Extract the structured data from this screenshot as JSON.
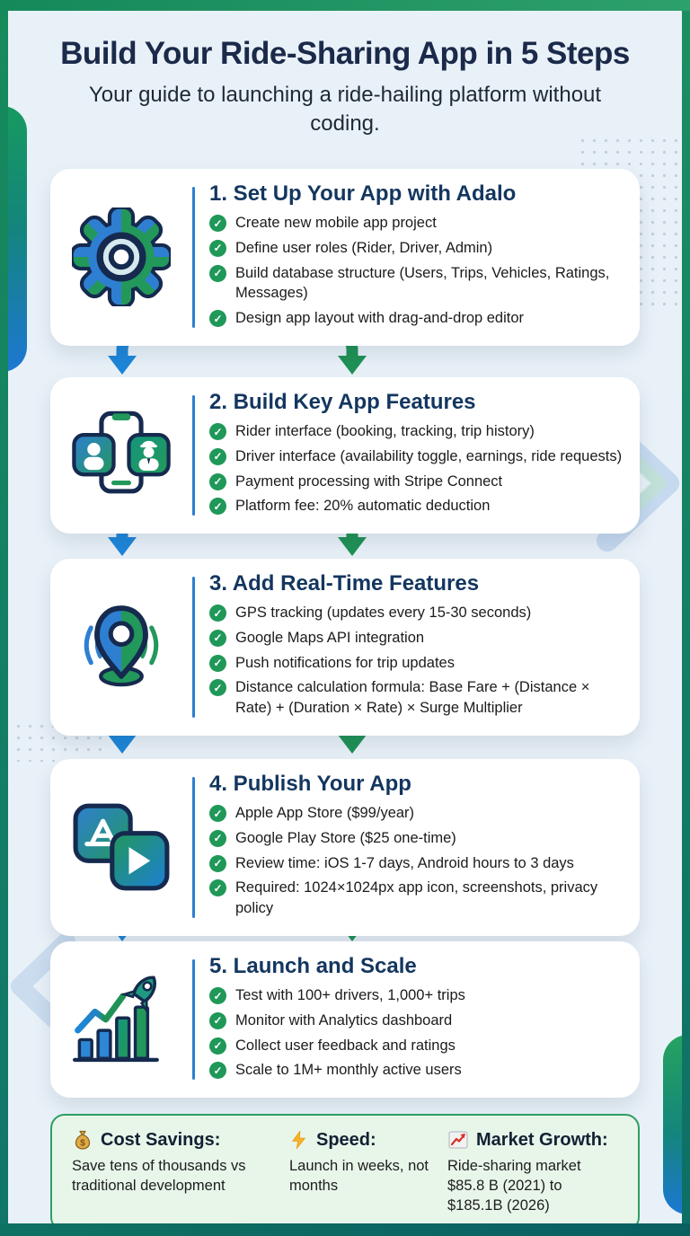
{
  "header": {
    "title": "Build Your Ride-Sharing App in 5 Steps",
    "subtitle": "Your guide to launching a ride-hailing platform without coding."
  },
  "steps": [
    {
      "icon": "gear-icon",
      "title": "1. Set Up Your App with Adalo",
      "bullets": [
        "Create new mobile app project",
        "Define user roles (Rider, Driver, Admin)",
        "Build database structure (Users, Trips, Vehicles, Ratings, Messages)",
        "Design app layout with drag-and-drop editor"
      ]
    },
    {
      "icon": "phones-users-icon",
      "title": "2. Build Key App Features",
      "bullets": [
        "Rider interface (booking, tracking, trip history)",
        "Driver interface (availability toggle, earnings, ride requests)",
        "Payment processing with Stripe Connect",
        "Platform fee: 20% automatic deduction"
      ]
    },
    {
      "icon": "location-pin-icon",
      "title": "3. Add Real-Time Features",
      "bullets": [
        "GPS tracking (updates every 15-30 seconds)",
        "Google Maps API integration",
        "Push notifications for trip updates",
        "Distance calculation formula: Base Fare + (Distance × Rate) + (Duration × Rate) × Surge Multiplier"
      ]
    },
    {
      "icon": "app-stores-icon",
      "title": "4. Publish Your App",
      "bullets": [
        "Apple App Store ($99/year)",
        "Google Play Store ($25 one-time)",
        "Review time: iOS 1-7 days, Android hours to 3 days",
        "Required: 1024×1024px app icon, screenshots, privacy policy"
      ]
    },
    {
      "icon": "growth-rocket-icon",
      "title": "5. Launch and Scale",
      "bullets": [
        "Test with 100+ drivers, 1,000+ trips",
        "Monitor with Analytics dashboard",
        "Collect user feedback and ratings",
        "Scale to 1M+ monthly active users"
      ]
    }
  ],
  "stats": [
    {
      "icon": "money-bag-icon",
      "label": "Cost Savings:",
      "text": "Save tens of thousands vs traditional development"
    },
    {
      "icon": "lightning-icon",
      "label": "Speed:",
      "text": "Launch in weeks, not months"
    },
    {
      "icon": "chart-up-icon",
      "label": "Market Growth:",
      "text": "Ride-sharing market $85.8 B (2021) to $185.1B (2026)"
    }
  ],
  "colors": {
    "accent_blue": "#1e86d8",
    "accent_green": "#1f9255",
    "navy": "#15294e",
    "check_green": "#1f9858",
    "panel_bg": "#e8f6ea",
    "panel_border": "#2f9e63",
    "frame_green": "#17895b",
    "frame_teal": "#0c6b64",
    "background": "#e9f1f8"
  }
}
